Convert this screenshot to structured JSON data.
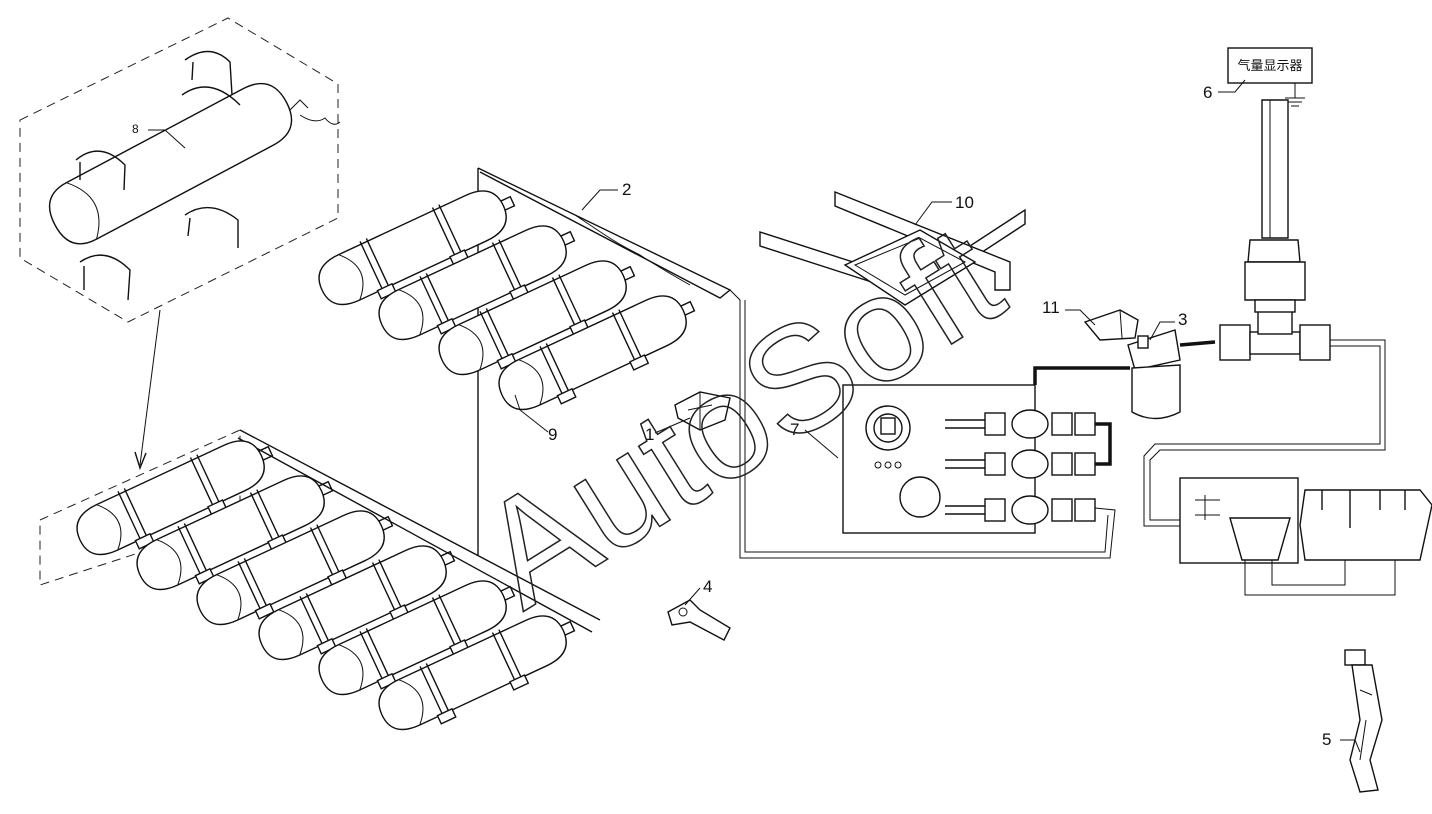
{
  "watermark": "AutoSoft",
  "display_label": "气量显示器",
  "callouts": [
    {
      "id": "1",
      "label": "1"
    },
    {
      "id": "2",
      "label": "2"
    },
    {
      "id": "3",
      "label": "3"
    },
    {
      "id": "4",
      "label": "4"
    },
    {
      "id": "5",
      "label": "5"
    },
    {
      "id": "6",
      "label": "6"
    },
    {
      "id": "7",
      "label": "7"
    },
    {
      "id": "8",
      "label": "8"
    },
    {
      "id": "9",
      "label": "9"
    },
    {
      "id": "10",
      "label": "10"
    },
    {
      "id": "11",
      "label": "11"
    }
  ]
}
